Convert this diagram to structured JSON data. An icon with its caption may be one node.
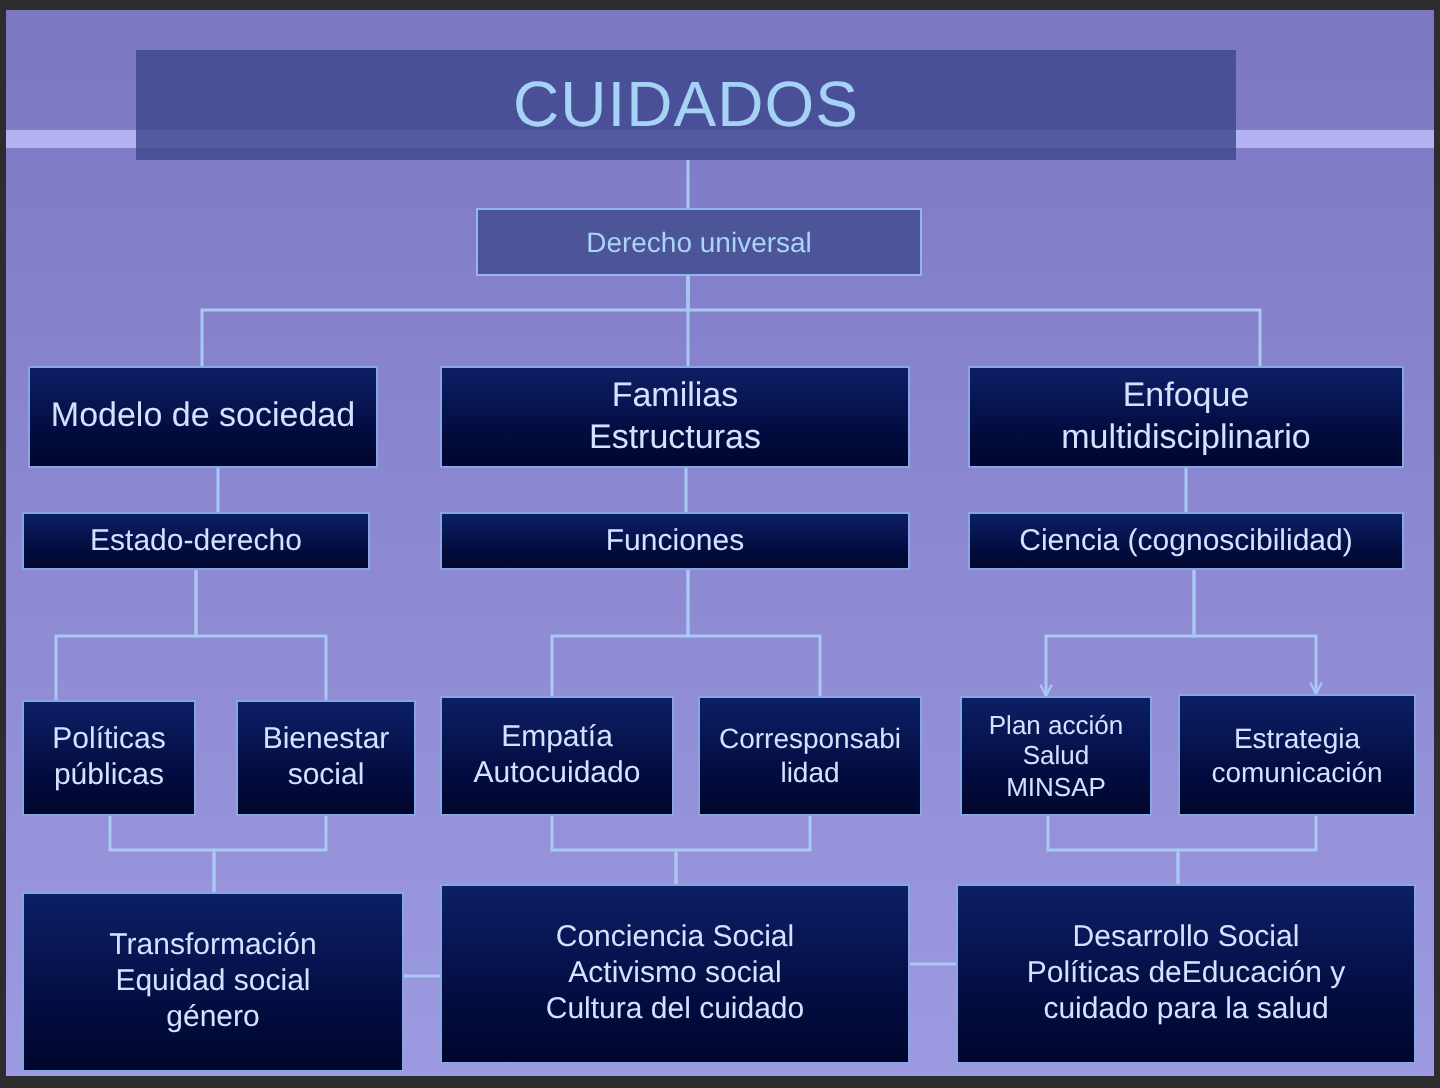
{
  "diagram": {
    "nodes": [
      {
        "text": [
          "CUIDADOS"
        ]
      },
      {
        "text": [
          "Derecho universal"
        ]
      },
      {
        "text": [
          "Modelo de sociedad"
        ]
      },
      {
        "text": [
          "Familias Estructuras"
        ]
      },
      {
        "text": [
          "Enfoque multidisciplinario"
        ]
      },
      {
        "text": [
          "Estado-derecho"
        ]
      },
      {
        "text": [
          "Funciones"
        ]
      },
      {
        "text": [
          "Ciencia (cognoscibilidad)"
        ]
      },
      {
        "text": [
          "Políticas públicas"
        ]
      },
      {
        "text": [
          "Bienestar social"
        ]
      },
      {
        "text": [
          "Empatía Autocuidado"
        ]
      },
      {
        "text": [
          "Corresponsabi lidad"
        ]
      },
      {
        "text": [
          "Plan acción Salud MINSAP"
        ]
      },
      {
        "text": [
          "Estrategia comunicación"
        ]
      },
      {
        "text": [
          "Transformación Equidad social género"
        ]
      },
      {
        "text": [
          "Conciencia Social Activismo social Cultura del cuidado"
        ]
      },
      {
        "text": [
          "Desarrollo Social Políticas deEducación y cuidado para la salud"
        ]
      }
    ],
    "edges": [
      {
        "from": 0,
        "to": 1,
        "arrow": "none"
      },
      {
        "from": 1,
        "to": 2,
        "arrow": "none"
      },
      {
        "from": 1,
        "to": 3,
        "arrow": "none"
      },
      {
        "from": 1,
        "to": 4,
        "arrow": "none"
      },
      {
        "from": 2,
        "to": 5,
        "arrow": "none"
      },
      {
        "from": 3,
        "to": 6,
        "arrow": "none"
      },
      {
        "from": 4,
        "to": 7,
        "arrow": "none"
      },
      {
        "from": 5,
        "to": 8,
        "arrow": "none"
      },
      {
        "from": 5,
        "to": 9,
        "arrow": "none"
      },
      {
        "from": 6,
        "to": 10,
        "arrow": "none"
      },
      {
        "from": 6,
        "to": 11,
        "arrow": "none"
      },
      {
        "from": 7,
        "to": 12,
        "arrow": "to"
      },
      {
        "from": 7,
        "to": 13,
        "arrow": "to"
      },
      {
        "from": 8,
        "to": 14,
        "arrow": "none"
      },
      {
        "from": 9,
        "to": 14,
        "arrow": "none"
      },
      {
        "from": 10,
        "to": 15,
        "arrow": "none"
      },
      {
        "from": 11,
        "to": 15,
        "arrow": "none"
      },
      {
        "from": 12,
        "to": 16,
        "arrow": "none"
      },
      {
        "from": 13,
        "to": 16,
        "arrow": "none"
      },
      {
        "from": 14,
        "to": 15,
        "arrow": "none"
      },
      {
        "from": 15,
        "to": 16,
        "arrow": "none"
      }
    ]
  }
}
